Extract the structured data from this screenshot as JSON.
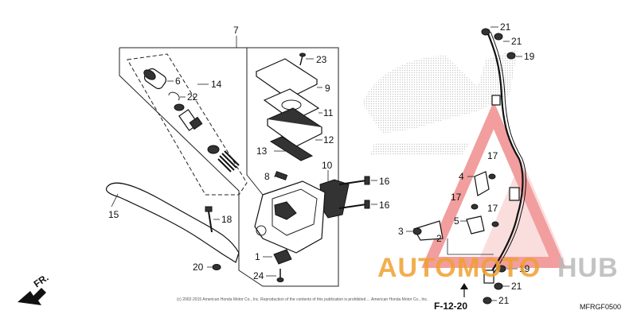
{
  "labels": {
    "n1": "1",
    "n2": "2",
    "n3": "3",
    "n4": "4",
    "n5": "5",
    "n6": "6",
    "n7": "7",
    "n8": "8",
    "n9": "9",
    "n10": "10",
    "n11": "11",
    "n12": "12",
    "n13": "13",
    "n14": "14",
    "n15": "15",
    "n16a": "16",
    "n16b": "16",
    "n17a": "17",
    "n17b": "17",
    "n17c": "17",
    "n18": "18",
    "n19a": "19",
    "n19b": "19",
    "n20": "20",
    "n21a": "21",
    "n21b": "21",
    "n21c": "21",
    "n21d": "21",
    "n22": "22",
    "n23": "23",
    "n24": "24"
  },
  "fr_arrow": "FR.",
  "ref_code": "F-12-20",
  "diagram_code": "MFRGF0500",
  "copyright": "(c) 2002-2015 American Honda Motor Co., Inc. Reproduction of the contents of this publication is prohibited ... American Honda Motor Co., Inc.",
  "watermark": {
    "text_part1": "AUTO",
    "text_part2": "MOTO",
    "text_part3": "HUB",
    "color_orange": "#f0a030",
    "color_gray": "#b9b9b9",
    "color_red": "#e85050"
  }
}
